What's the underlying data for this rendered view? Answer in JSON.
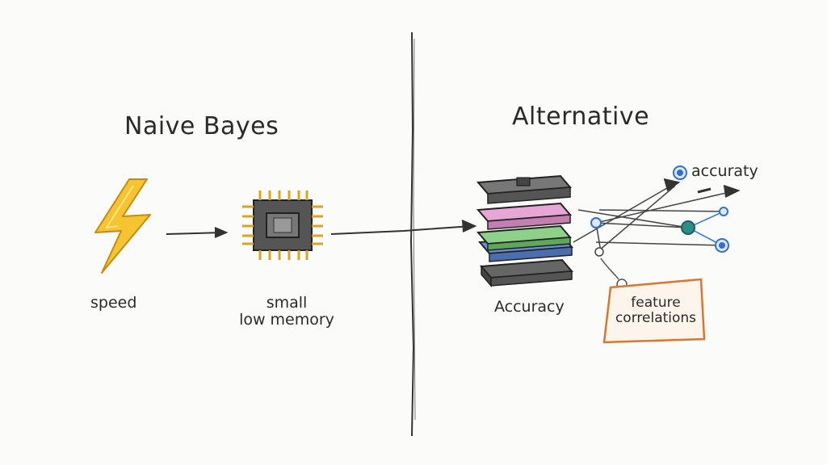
{
  "left": {
    "title": "Naive Bayes",
    "speed_label": "speed",
    "chip_label_line1": "small",
    "chip_label_line2": "low memory"
  },
  "right": {
    "title": "Alternative",
    "stack_label": "Accuracy",
    "network_label": "accuraty",
    "tag_line1": "feature",
    "tag_line2": "correlations"
  },
  "colors": {
    "ink": "#2a2a2a",
    "lightning": "#f2c230",
    "chip_pins": "#d9a520",
    "layer_pink": "#e7a6d6",
    "layer_green": "#8fd18a",
    "layer_blue": "#6a8fd6",
    "tag_border": "#d9772f",
    "node_teal": "#2a8f8a",
    "node_blue": "#2f6fd6"
  },
  "icons": [
    "lightning-icon",
    "chip-icon",
    "layer-stack-icon",
    "network-icon",
    "tag-icon"
  ]
}
